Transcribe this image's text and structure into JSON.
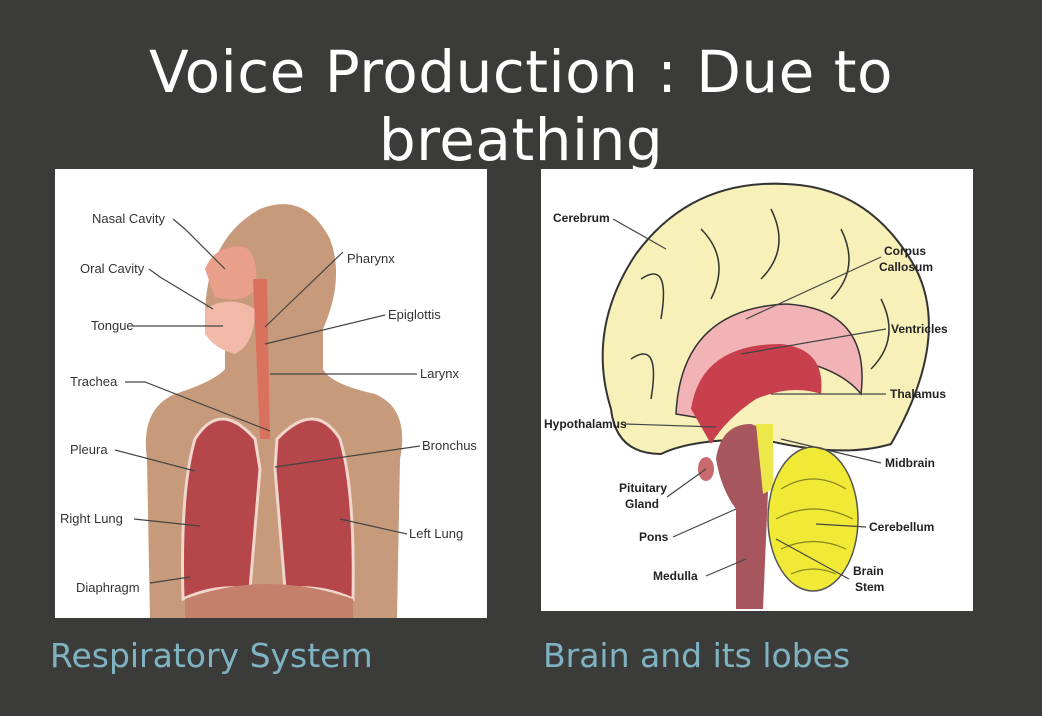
{
  "title": "Voice Production : Due to breathing",
  "respiratory": {
    "caption": "Respiratory System",
    "labels": {
      "nasal_cavity": "Nasal Cavity",
      "oral_cavity": "Oral Cavity",
      "tongue": "Tongue",
      "trachea": "Trachea",
      "pleura": "Pleura",
      "right_lung": "Right Lung",
      "diaphragm": "Diaphragm",
      "pharynx": "Pharynx",
      "epiglottis": "Epiglottis",
      "larynx": "Larynx",
      "bronchus": "Bronchus",
      "left_lung": "Left Lung"
    }
  },
  "brain": {
    "caption": "Brain and its lobes",
    "labels": {
      "cerebrum": "Cerebrum",
      "corpus": "Corpus",
      "callosum": "Callosum",
      "ventricles": "Ventricles",
      "thalamus": "Thalamus",
      "hypothalamus": "Hypothalamus",
      "midbrain": "Midbrain",
      "pituitary": "Pituitary",
      "gland": "Gland",
      "pons": "Pons",
      "cerebellum": "Cerebellum",
      "medulla": "Medulla",
      "brain_word": "Brain",
      "stem": "Stem"
    }
  }
}
